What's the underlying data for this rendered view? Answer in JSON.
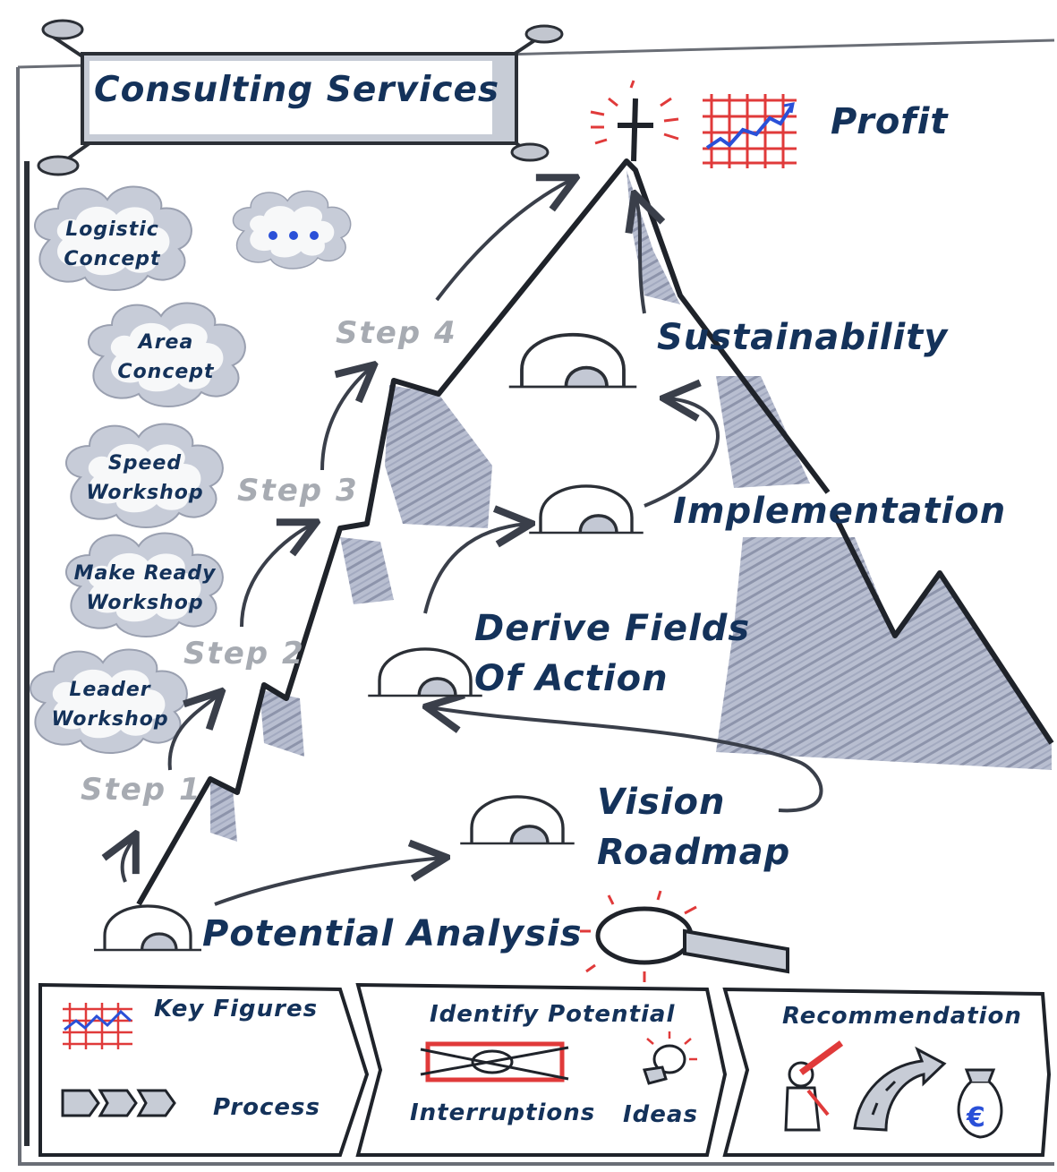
{
  "banner_title": "Consulting Services",
  "clouds": [
    {
      "line1": "Logistic",
      "line2": "Concept"
    },
    {
      "line1": "Area",
      "line2": "Concept"
    },
    {
      "line1": "Speed",
      "line2": "Workshop"
    },
    {
      "line1": "Make Ready",
      "line2": "Workshop"
    },
    {
      "line1": "Leader",
      "line2": "Workshop"
    }
  ],
  "steps": [
    "Step 1",
    "Step 2",
    "Step 3",
    "Step 4"
  ],
  "summit": "Profit",
  "stations": [
    {
      "line1": "Sustainability",
      "line2": ""
    },
    {
      "line1": "Implementation",
      "line2": ""
    },
    {
      "line1": "Derive Fields",
      "line2": "Of Action"
    },
    {
      "line1": "Vision",
      "line2": "Roadmap"
    },
    {
      "line1": "Potential Analysis",
      "line2": ""
    }
  ],
  "bottom_boxes": {
    "key_figures": "Key Figures",
    "process": "Process",
    "identify_potential": "Identify Potential",
    "interruptions": "Interruptions",
    "ideas": "Ideas",
    "recommendation": "Recommendation"
  },
  "colors": {
    "ink": "#14325a",
    "step_gray": "#a7abb2",
    "shade": "#a9b0c4",
    "accent_red": "#e03a3a",
    "accent_blue": "#2a50d8"
  }
}
